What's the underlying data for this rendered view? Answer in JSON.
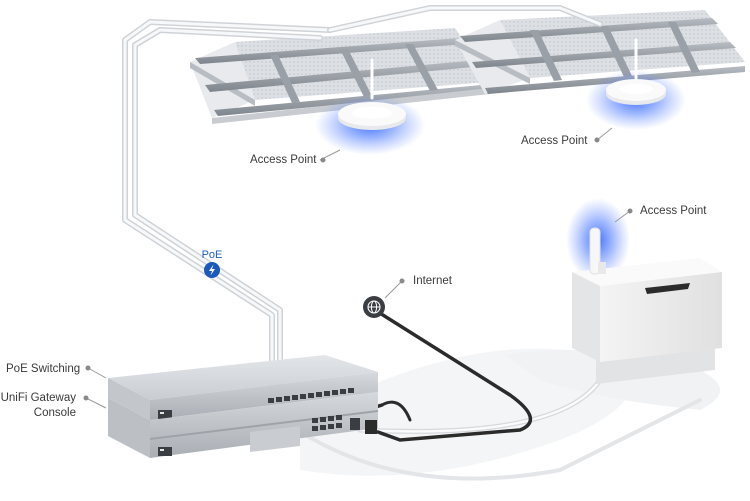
{
  "labels": {
    "ap1": "Access Point",
    "ap2": "Access Point",
    "ap3": "Access Point",
    "internet": "Internet",
    "poe": "PoE",
    "poe_switching": "PoE Switching",
    "gateway_line1": "UniFi Gateway",
    "gateway_line2": "Console"
  },
  "colors": {
    "label_text": "#3a3a3a",
    "leader_dot": "#8a8a8a",
    "poe_text": "#1f5fbf",
    "poe_badge": "#1a5ab8",
    "ap_glow": "#3d6bff",
    "network_cable": "#2b2b2b"
  },
  "icons": {
    "poe_badge": "lightning-icon",
    "internet": "globe-icon"
  }
}
